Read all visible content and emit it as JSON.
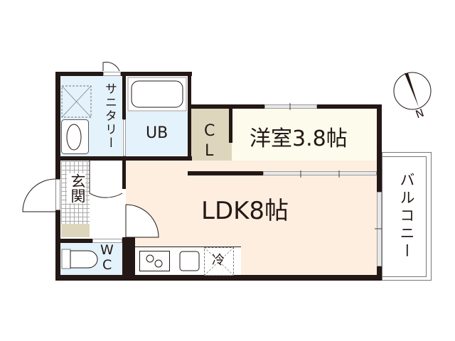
{
  "floor_plan": {
    "rooms": {
      "sanitary": {
        "label": "サニタリー",
        "color": "#e3f2fb"
      },
      "ub": {
        "label": "UB",
        "color": "#e3f2fb"
      },
      "closet": {
        "label_line1": "C",
        "label_line2": "L",
        "color": "#ddd6bd"
      },
      "western_room": {
        "label": "洋室3.8帖",
        "color": "#fdfbec"
      },
      "entrance": {
        "label": "玄関",
        "color": "#ffffff"
      },
      "toilet": {
        "label_line1": "W",
        "label_line2": "C",
        "color": "#e3f2fb"
      },
      "ldk": {
        "label": "LDK8帖",
        "color": "#fdeee0"
      },
      "balcony": {
        "label": "バルコニー",
        "color": "#ffffff"
      }
    },
    "fixtures": {
      "refrigerator": {
        "label": "冷"
      },
      "washer": {
        "label": ""
      },
      "stove": {
        "label": ""
      },
      "sink": {
        "label": ""
      }
    },
    "compass": {
      "label": "N"
    },
    "colors": {
      "wall": "#231815",
      "wet_area": "#e3f2fb",
      "ldk": "#fdeee0",
      "western": "#fdfbec",
      "storage": "#ddd6bd"
    }
  }
}
